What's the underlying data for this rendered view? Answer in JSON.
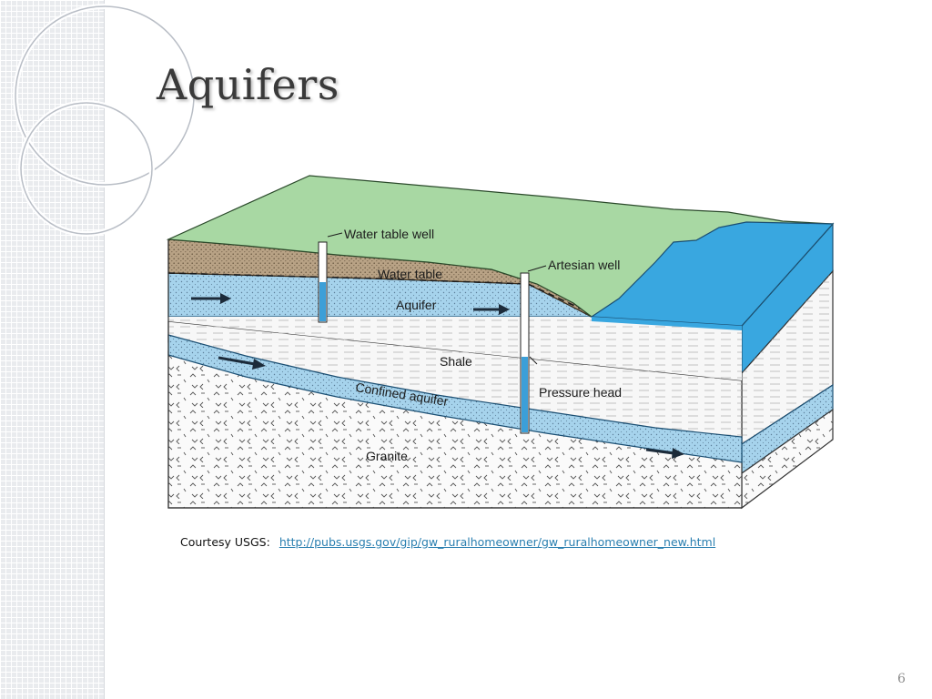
{
  "slide": {
    "title": "Aquifers",
    "number": "6"
  },
  "diagram": {
    "labels": {
      "water_table_well": "Water table well",
      "water_table": "Water table",
      "artesian_well": "Artesian well",
      "aquifer": "Aquifer",
      "shale": "Shale",
      "pressure_head": "Pressure head",
      "confined_aquifer": "Confined aquifer",
      "granite": "Granite"
    },
    "colors": {
      "surface_green": "#a8d8a3",
      "soil_brown": "#b8a285",
      "aquifer_blue": "#a6d3ec",
      "lake_blue": "#39a7e0",
      "shale_white": "#f7f7f7",
      "granite_white": "#fafafa"
    }
  },
  "caption": {
    "prefix": "Courtesy USGS:",
    "link_text": "http://pubs.usgs.gov/gip/gw_ruralhomeowner/gw_ruralhomeowner_new.html"
  },
  "icons": [
    "decorative-circle-icon",
    "arrow-right-icon"
  ]
}
